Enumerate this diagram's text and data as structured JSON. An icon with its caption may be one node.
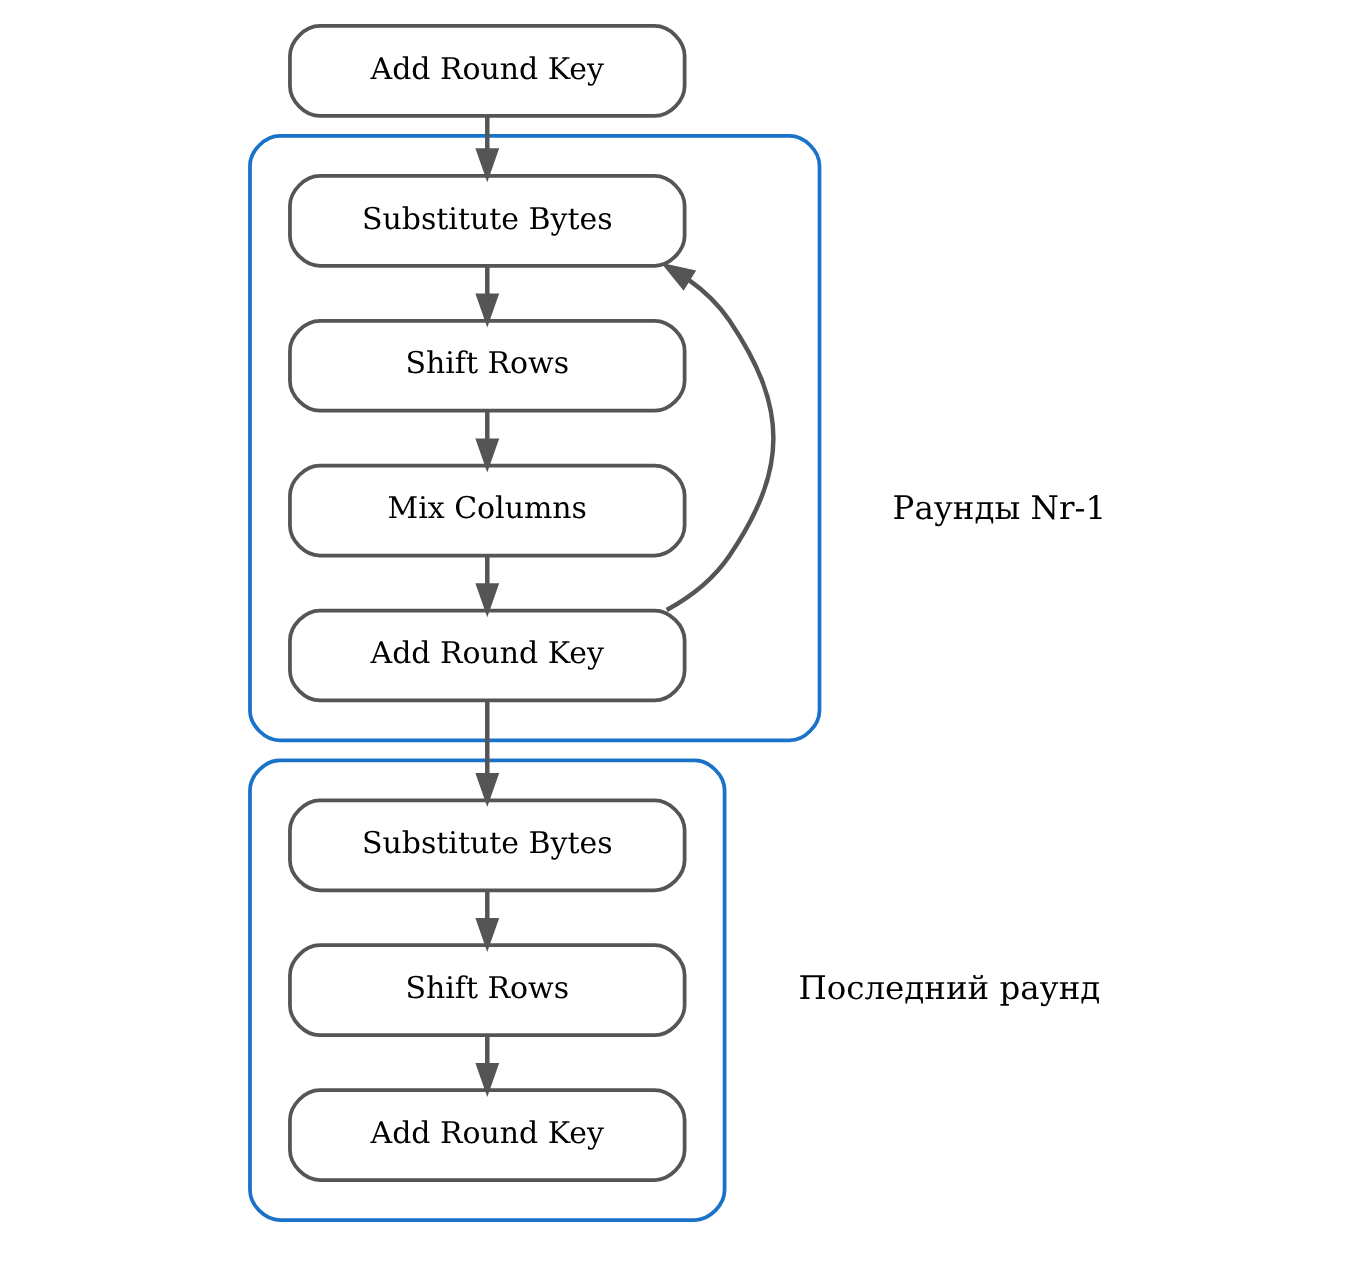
{
  "diagram": {
    "nodes": [
      {
        "text": [
          "Add Round Key"
        ]
      },
      {
        "text": [],
        "shape": "box",
        "beside": [
          "Раунды Nr-1"
        ]
      },
      {
        "text": [
          "Substitute Bytes"
        ],
        "in": 1
      },
      {
        "text": [
          "Shift Rows"
        ],
        "in": 1
      },
      {
        "text": [
          "Mix Columns"
        ],
        "in": 1
      },
      {
        "text": [
          "Add Round Key"
        ],
        "in": 1
      },
      {
        "text": [],
        "shape": "box",
        "beside": [
          "Последний раунд"
        ]
      },
      {
        "text": [
          "Substitute Bytes"
        ],
        "in": 6
      },
      {
        "text": [
          "Shift Rows"
        ],
        "in": 6
      },
      {
        "text": [
          "Add Round Key"
        ],
        "in": 6
      }
    ],
    "edges": [
      {
        "from": 0,
        "to": 2,
        "arrow": "to"
      },
      {
        "from": 2,
        "to": 3,
        "arrow": "to"
      },
      {
        "from": 3,
        "to": 4,
        "arrow": "to"
      },
      {
        "from": 4,
        "to": 5,
        "arrow": "to"
      },
      {
        "from": 5,
        "to": 2,
        "arrow": "to"
      },
      {
        "from": 5,
        "to": 7,
        "arrow": "to"
      },
      {
        "from": 7,
        "to": 8,
        "arrow": "to"
      },
      {
        "from": 8,
        "to": 9,
        "arrow": "to"
      }
    ]
  }
}
